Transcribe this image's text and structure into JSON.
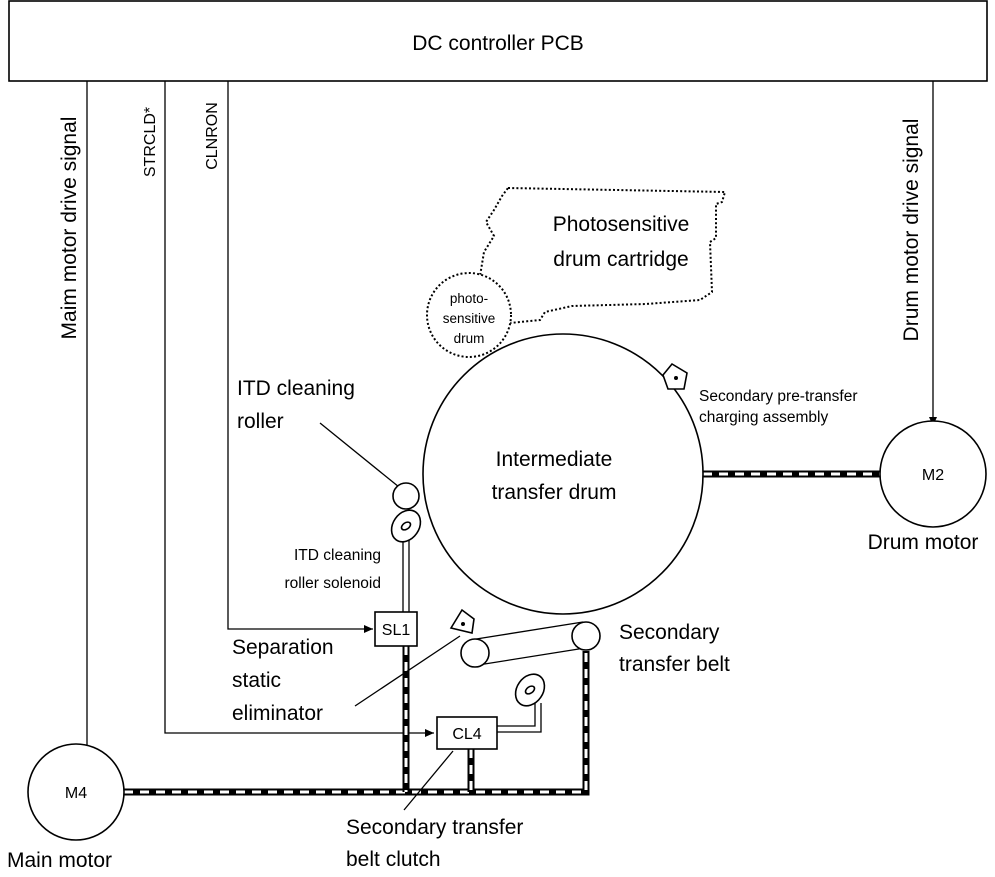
{
  "controller": {
    "title": "DC controller PCB"
  },
  "signals": {
    "main_motor_drive": "Maim motor drive signal",
    "strcld": "STRCLD*",
    "clnron": "CLNRON",
    "drum_motor_drive": "Drum motor drive signal"
  },
  "cartridge": {
    "line1": "Photosensitive",
    "line2": "drum cartridge"
  },
  "photo_drum": {
    "line1": "photo-",
    "line2": "sensitive",
    "line3": "drum"
  },
  "itd": {
    "line1": "Intermediate",
    "line2": "transfer drum"
  },
  "pre_transfer": {
    "line1": "Secondary pre-transfer",
    "line2": "charging assembly"
  },
  "m2": {
    "id": "M2",
    "name": "Drum motor"
  },
  "m4": {
    "id": "M4",
    "name": "Main motor"
  },
  "cleaning_roller": {
    "line1": "ITD cleaning",
    "line2": "roller"
  },
  "cleaning_solenoid": {
    "line1": "ITD cleaning",
    "line2": "roller solenoid"
  },
  "sl1": {
    "id": "SL1"
  },
  "cl4": {
    "id": "CL4"
  },
  "separation": {
    "line1": "Separation",
    "line2": "static",
    "line3": "eliminator"
  },
  "transfer_belt": {
    "line1": "Secondary",
    "line2": "transfer belt"
  },
  "belt_clutch": {
    "line1": "Secondary transfer",
    "line2": "belt clutch"
  }
}
